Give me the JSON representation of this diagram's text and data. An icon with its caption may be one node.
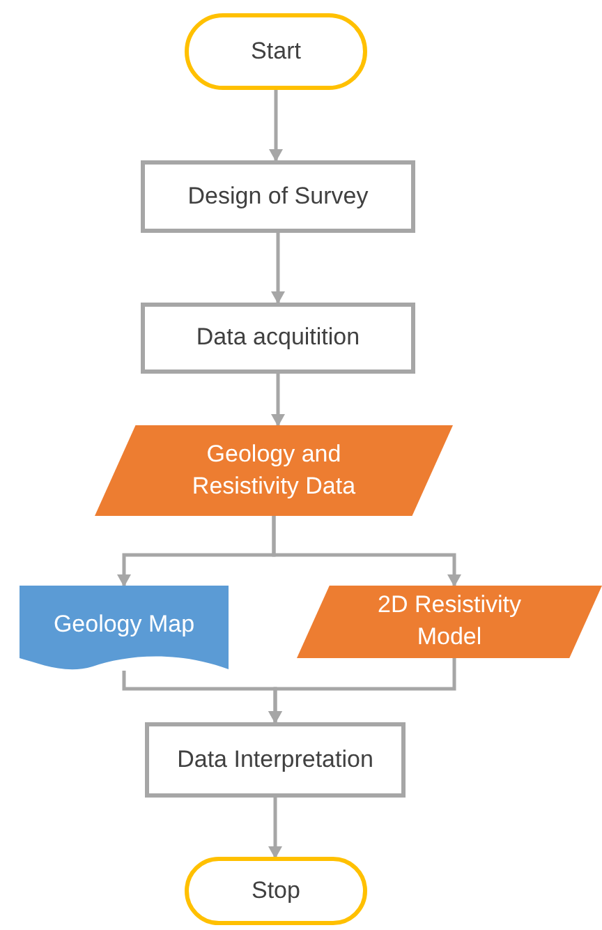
{
  "diagram": {
    "nodes": [
      {
        "text": [
          "Start"
        ]
      },
      {
        "text": [
          "Design of Survey"
        ]
      },
      {
        "text": [
          "Data acquitition"
        ]
      },
      {
        "text": [
          "Geology and Resistivity Data"
        ]
      },
      {
        "text": [
          "Geology Map"
        ]
      },
      {
        "text": [
          "2D Resistivity Model"
        ]
      },
      {
        "text": [
          "Data Interpretation"
        ]
      },
      {
        "text": [
          "Stop"
        ]
      }
    ],
    "edges": [
      {
        "from": 0,
        "to": 1,
        "arrow": "to"
      },
      {
        "from": 1,
        "to": 2,
        "arrow": "to"
      },
      {
        "from": 2,
        "to": 3,
        "arrow": "to"
      },
      {
        "from": 3,
        "to": 4,
        "arrow": "to"
      },
      {
        "from": 3,
        "to": 5,
        "arrow": "to"
      },
      {
        "from": 4,
        "to": 6,
        "arrow": "to"
      },
      {
        "from": 5,
        "to": 6,
        "arrow": "to"
      },
      {
        "from": 6,
        "to": 7,
        "arrow": "to"
      }
    ]
  }
}
